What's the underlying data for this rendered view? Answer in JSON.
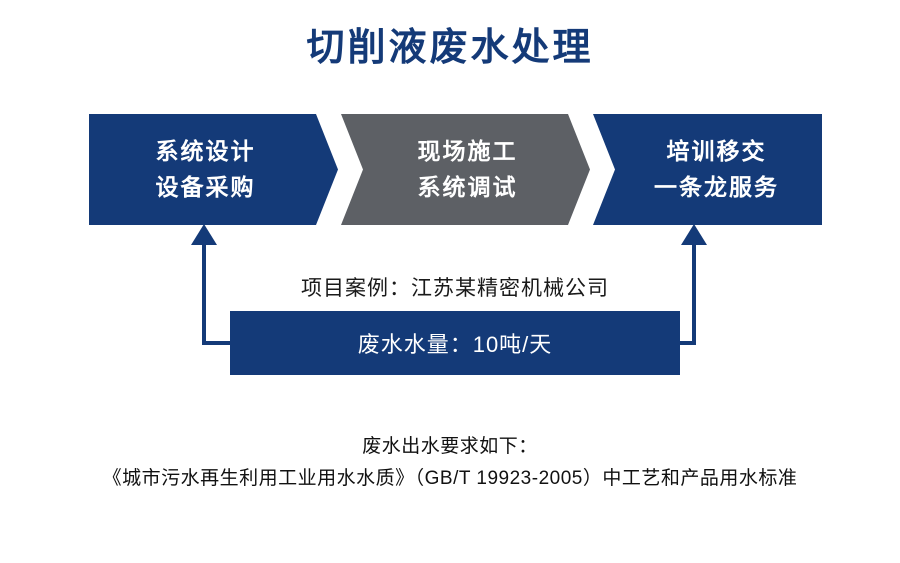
{
  "title": "切削液废水处理",
  "colors": {
    "navy": "#143a78",
    "gray": "#5d6065",
    "text": "#111111",
    "white": "#ffffff"
  },
  "process": {
    "steps": [
      {
        "id": "design-procurement",
        "line1": "系统设计",
        "line2": "设备采购",
        "color": "#143a78"
      },
      {
        "id": "construction-commissioning",
        "line1": "现场施工",
        "line2": "系统调试",
        "color": "#5d6065"
      },
      {
        "id": "training-handover",
        "line1": "培训移交",
        "line2": "一条龙服务",
        "color": "#143a78"
      }
    ]
  },
  "case": {
    "caption": "项目案例：江苏某精密机械公司",
    "volume_label": "废水水量：10吨/天"
  },
  "footer": {
    "line1": "废水出水要求如下：",
    "line2": "《城市污水再生利用工业用水水质》（GB/T 19923-2005）中工艺和产品用水标准"
  }
}
